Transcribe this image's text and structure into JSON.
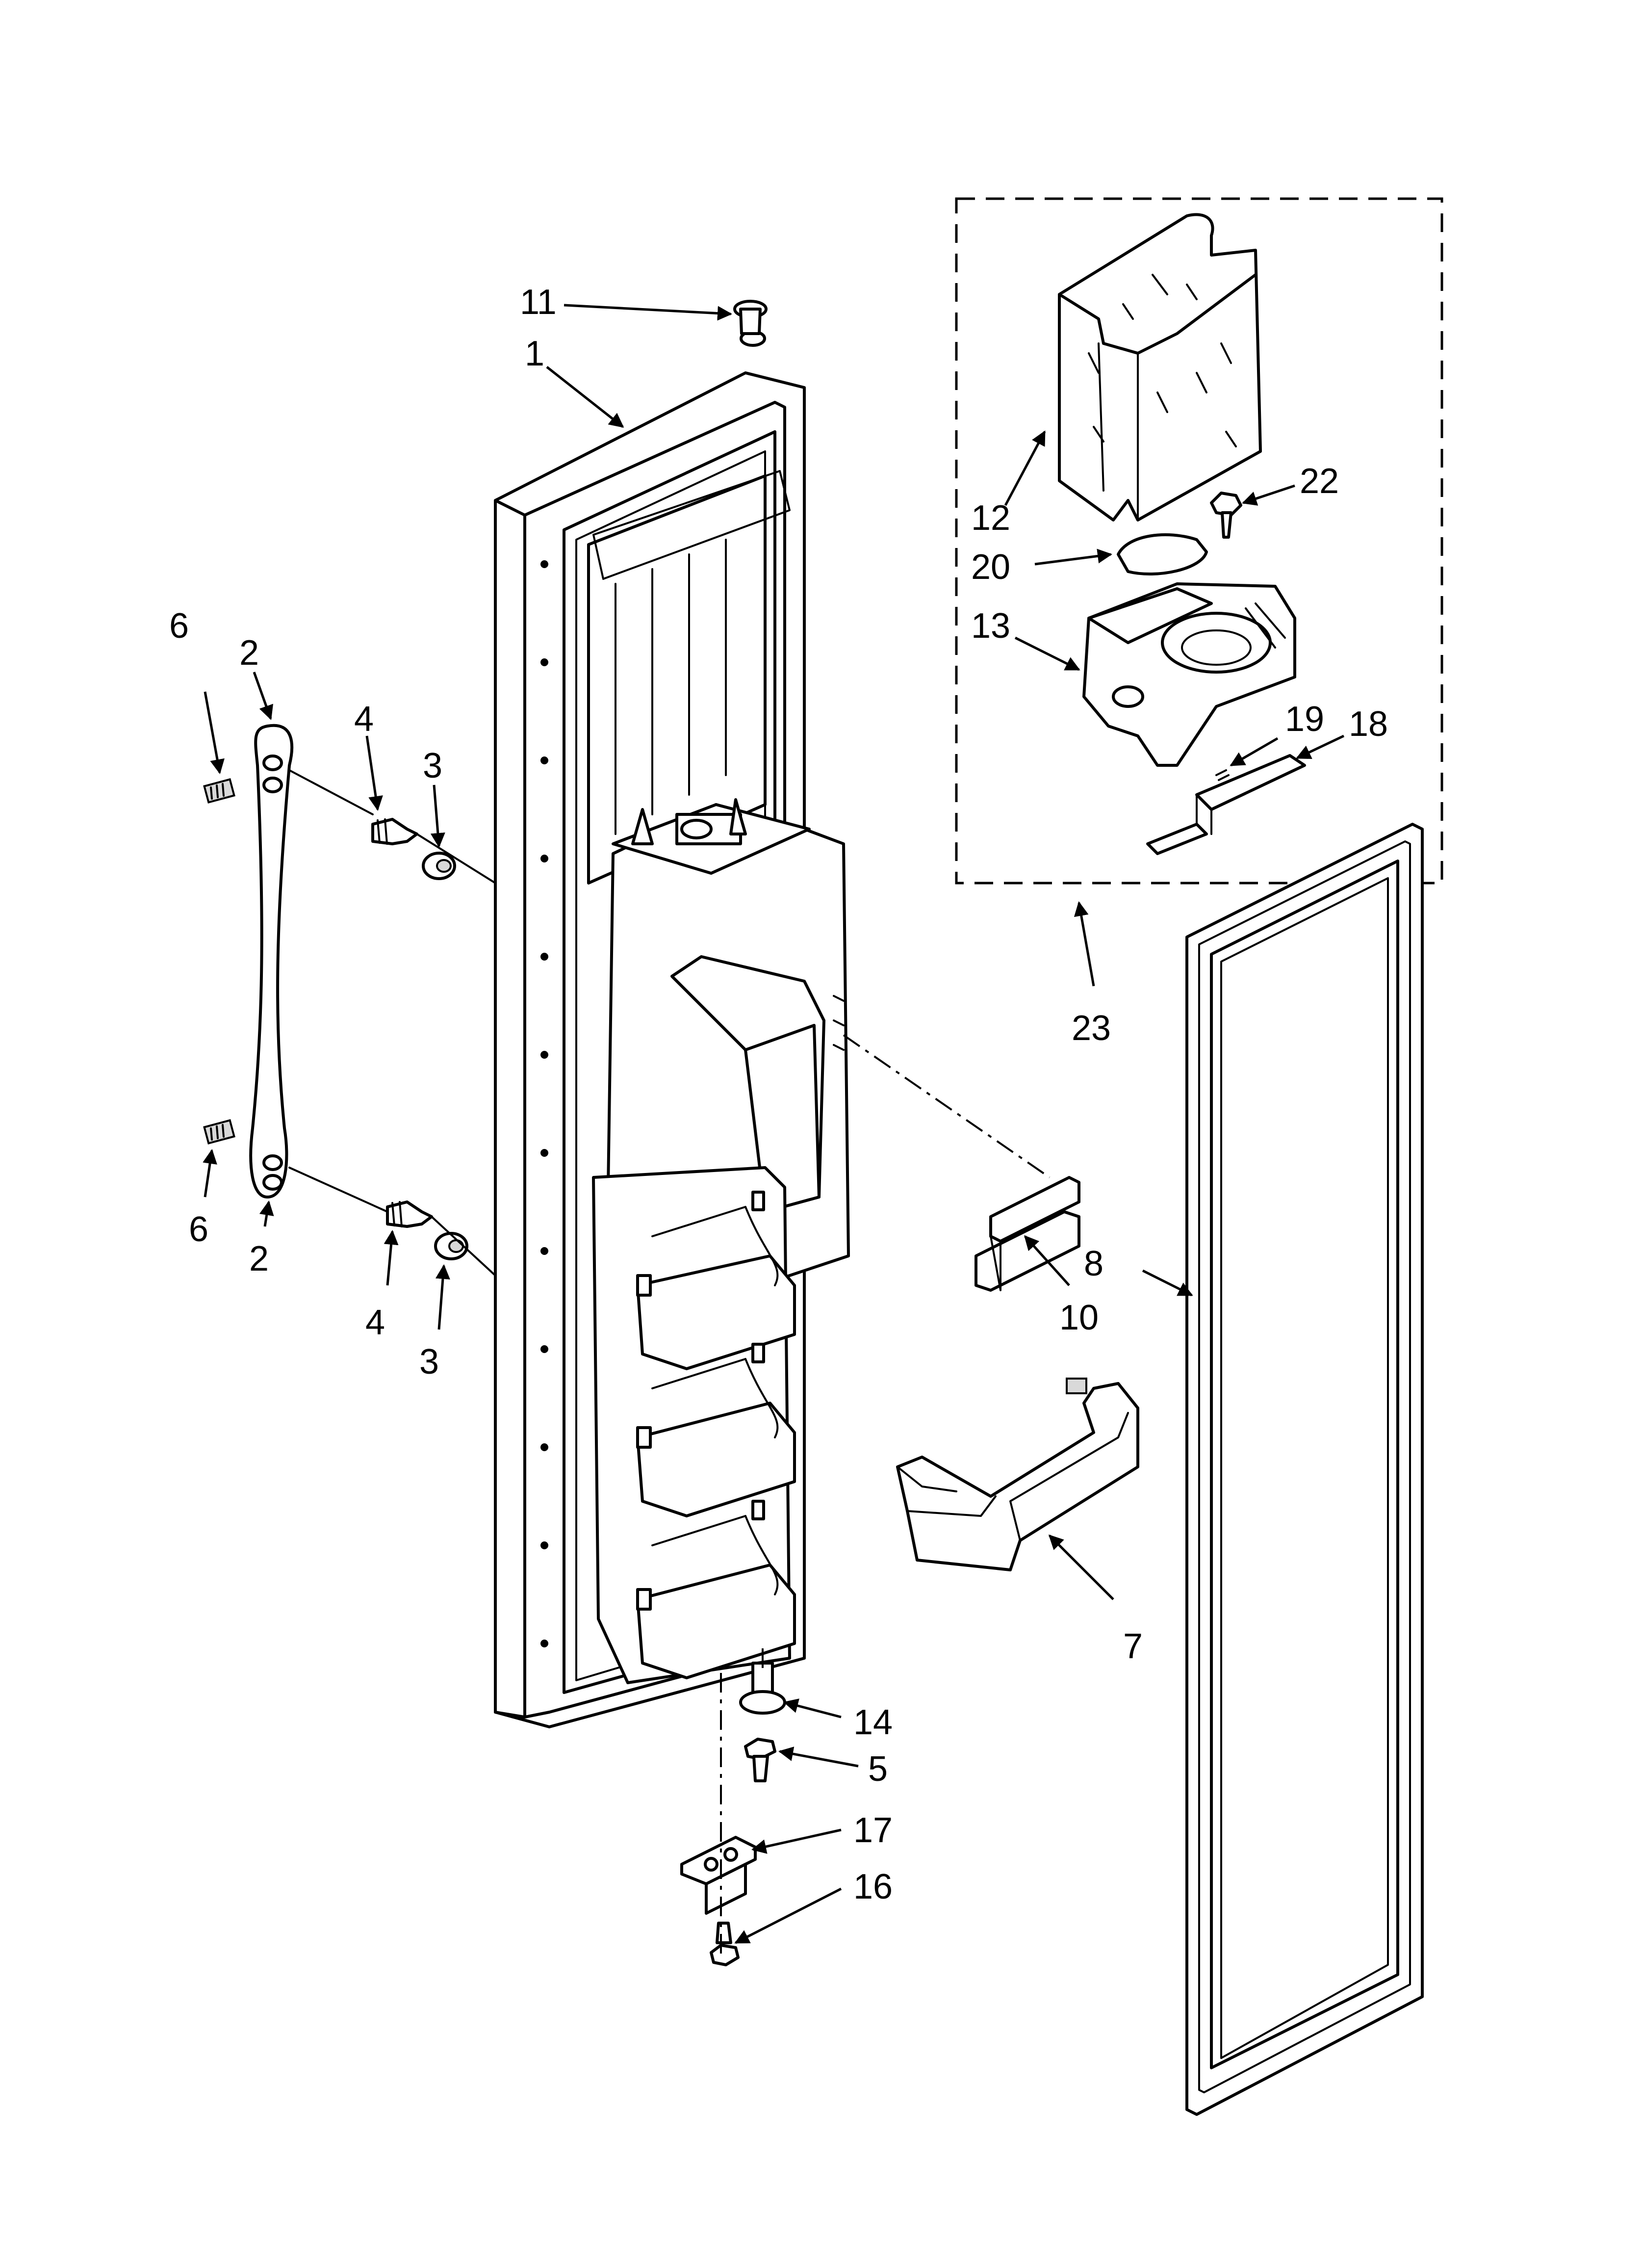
{
  "labels": {
    "p1": "1",
    "p2a": "2",
    "p2b": "2",
    "p3a": "3",
    "p3b": "3",
    "p4a": "4",
    "p4b": "4",
    "p5": "5",
    "p6a": "6",
    "p6b": "6",
    "p7": "7",
    "p8": "8",
    "p10": "10",
    "p11": "11",
    "p12": "12",
    "p13": "13",
    "p14": "14",
    "p16": "16",
    "p17": "17",
    "p18": "18",
    "p19": "19",
    "p20": "20",
    "p22": "22",
    "p23": "23"
  },
  "colors": {
    "line": "#000000",
    "background": "#ffffff",
    "shade": "#d9d9d9"
  }
}
